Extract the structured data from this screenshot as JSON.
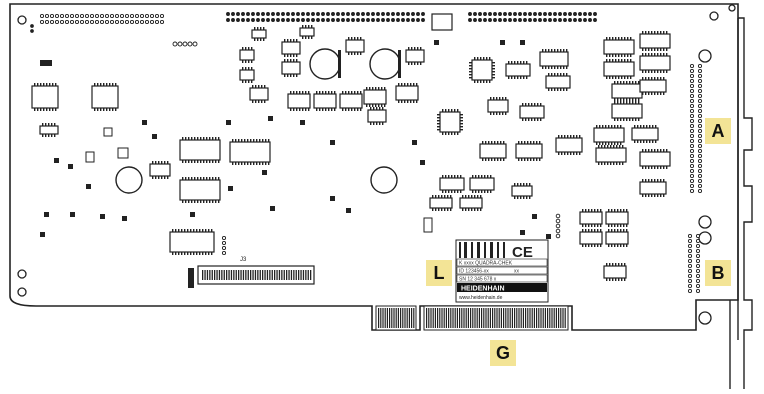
{
  "figure": {
    "callouts": [
      {
        "id": "A",
        "label": "A"
      },
      {
        "id": "B",
        "label": "B"
      },
      {
        "id": "G",
        "label": "G"
      },
      {
        "id": "L",
        "label": "L"
      }
    ],
    "id_label": {
      "line1": "K xxxx QUADRA-CHEK",
      "line2": "ID 123456-xx",
      "line2_suffix": "xx",
      "line3": "SN 12 345 678 x",
      "brand": "HEIDENHAIN",
      "url": "www.heidenhain.de",
      "ce_mark": "CE"
    },
    "connector_ref": "J3"
  }
}
